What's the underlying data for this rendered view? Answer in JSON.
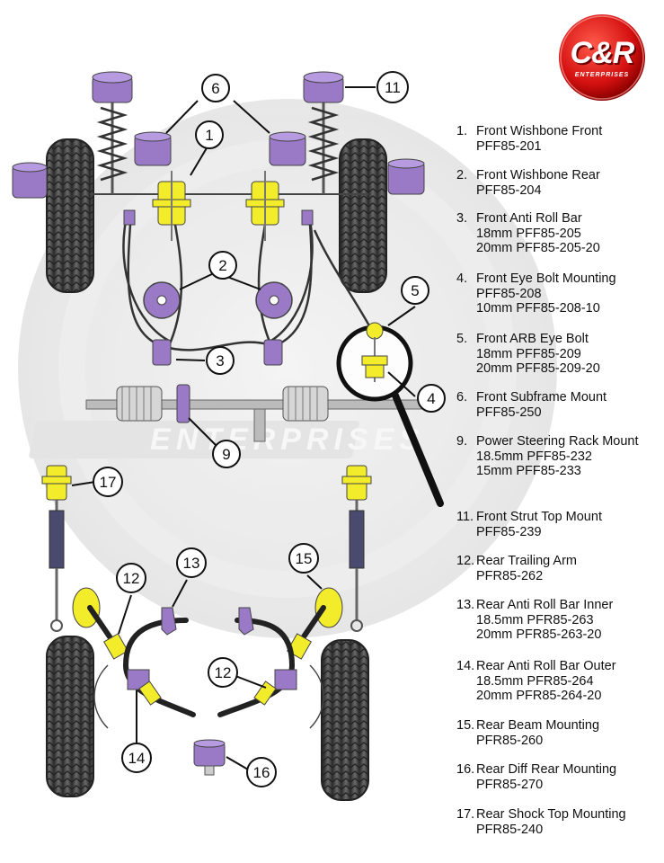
{
  "logo": {
    "text": "C&R",
    "subtext": "ENTERPRISES"
  },
  "watermark": {
    "text": "ENTERPRISES"
  },
  "colors": {
    "bush_purple": "#9a7ac6",
    "bush_yellow": "#f2ec2a",
    "logo_red": "#d41010",
    "tyre": "#3a3a3a"
  },
  "callouts": [
    "1",
    "2",
    "3",
    "4",
    "5",
    "6",
    "9",
    "11",
    "12",
    "12",
    "13",
    "14",
    "15",
    "16",
    "17"
  ],
  "parts": [
    {
      "num": "1.",
      "name": "Front Wishbone Front",
      "codes": [
        "PFF85-201"
      ]
    },
    {
      "num": "2.",
      "name": "Front Wishbone Rear",
      "codes": [
        "PFF85-204"
      ]
    },
    {
      "num": "3.",
      "name": "Front Anti Roll Bar",
      "codes": [
        "18mm PFF85-205",
        "20mm PFF85-205-20"
      ]
    },
    {
      "num": "4.",
      "name": "Front Eye Bolt Mounting",
      "codes": [
        "PFF85-208",
        "10mm PFF85-208-10"
      ]
    },
    {
      "num": "5.",
      "name": "Front ARB Eye Bolt",
      "codes": [
        "18mm PFF85-209",
        "20mm PFF85-209-20"
      ]
    },
    {
      "num": "6.",
      "name": "Front Subframe Mount",
      "codes": [
        "PFF85-250"
      ]
    },
    {
      "num": "9.",
      "name": "Power Steering Rack Mount",
      "codes": [
        "18.5mm PFF85-232",
        "15mm PFF85-233"
      ]
    },
    {
      "num": "11.",
      "name": "Front Strut Top Mount",
      "codes": [
        "PFF85-239"
      ]
    },
    {
      "num": "12.",
      "name": "Rear Trailing Arm",
      "codes": [
        "PFR85-262"
      ]
    },
    {
      "num": "13.",
      "name": "Rear Anti Roll Bar Inner",
      "codes": [
        "18.5mm PFR85-263",
        "20mm PFR85-263-20"
      ]
    },
    {
      "num": "14.",
      "name": "Rear Anti Roll Bar Outer",
      "codes": [
        "18.5mm PFR85-264",
        "20mm PFR85-264-20"
      ]
    },
    {
      "num": "15.",
      "name": "Rear Beam Mounting",
      "codes": [
        "PFR85-260"
      ]
    },
    {
      "num": "16.",
      "name": "Rear Diff Rear Mounting",
      "codes": [
        "PFR85-270"
      ]
    },
    {
      "num": "17.",
      "name": "Rear Shock Top Mounting",
      "codes": [
        "PFR85-240"
      ]
    }
  ]
}
